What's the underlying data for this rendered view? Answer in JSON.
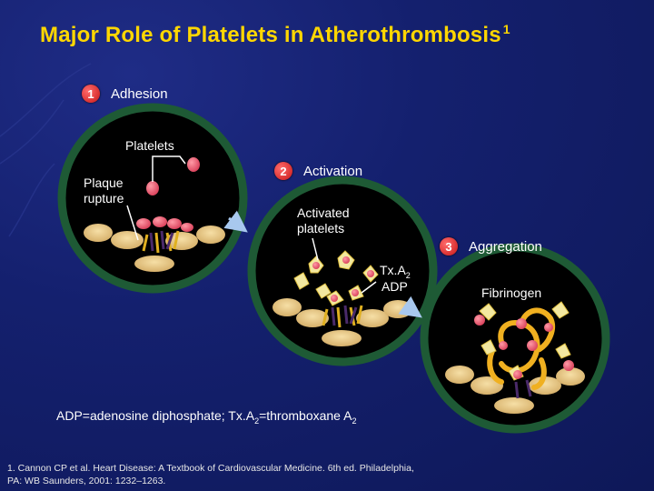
{
  "slide": {
    "title": "Major Role of Platelets in Atherothrombosis",
    "title_superscript": "1",
    "colors": {
      "background": "#14206e",
      "title": "#ffd700",
      "circle_ring": "#1e5a35",
      "circle_fill": "#000000",
      "step_badge": "#c81616",
      "arrow": "#a8c8ee"
    }
  },
  "steps": [
    {
      "number": "1",
      "label": "Adhesion"
    },
    {
      "number": "2",
      "label": "Activation"
    },
    {
      "number": "3",
      "label": "Aggregation"
    }
  ],
  "labels": {
    "platelets": "Platelets",
    "plaque_rupture": "Plaque rupture",
    "activated_platelets": "Activated platelets",
    "txa2_prefix": "Tx.A",
    "txa2_subscript": "2",
    "adp": "ADP",
    "fibrinogen": "Fibrinogen"
  },
  "footnotes": {
    "abbrev_part1": "ADP=adenosine diphosphate; Tx.A",
    "abbrev_sub1": "2",
    "abbrev_part2": "=thromboxane A",
    "abbrev_sub2": "2",
    "reference": "1. Cannon CP et al. Heart Disease: A Textbook of Cardiovascular Medicine. 6th ed. Philadelphia, PA: WB Saunders, 2001: 1232–1263."
  }
}
